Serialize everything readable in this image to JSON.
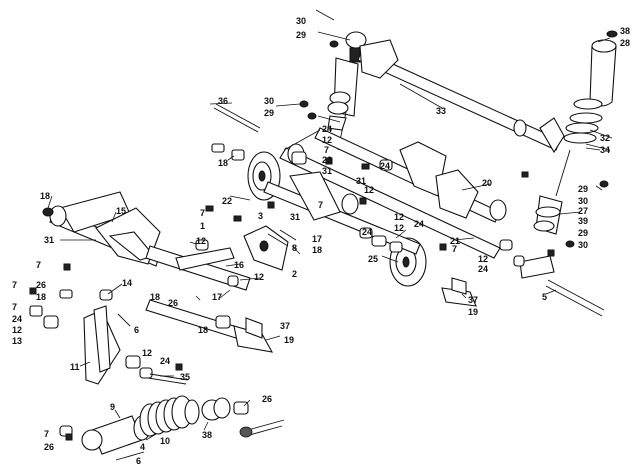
{
  "callouts": [
    {
      "n": "30"
    },
    {
      "n": "29"
    },
    {
      "n": "38"
    },
    {
      "n": "28"
    },
    {
      "n": "36"
    },
    {
      "n": "30"
    },
    {
      "n": "29"
    },
    {
      "n": "33"
    },
    {
      "n": "24"
    },
    {
      "n": "12"
    },
    {
      "n": "32"
    },
    {
      "n": "34"
    },
    {
      "n": "18"
    },
    {
      "n": "7"
    },
    {
      "n": "23"
    },
    {
      "n": "31"
    },
    {
      "n": "24"
    },
    {
      "n": "12"
    },
    {
      "n": "20"
    },
    {
      "n": "29"
    },
    {
      "n": "30"
    },
    {
      "n": "22"
    },
    {
      "n": "27"
    },
    {
      "n": "39"
    },
    {
      "n": "18"
    },
    {
      "n": "15"
    },
    {
      "n": "31"
    },
    {
      "n": "12"
    },
    {
      "n": "29"
    },
    {
      "n": "30"
    },
    {
      "n": "7"
    },
    {
      "n": "1"
    },
    {
      "n": "3"
    },
    {
      "n": "7"
    },
    {
      "n": "31"
    },
    {
      "n": "12"
    },
    {
      "n": "24"
    },
    {
      "n": "21"
    },
    {
      "n": "31"
    },
    {
      "n": "12"
    },
    {
      "n": "8"
    },
    {
      "n": "17"
    },
    {
      "n": "18"
    },
    {
      "n": "24"
    },
    {
      "n": "7"
    },
    {
      "n": "12"
    },
    {
      "n": "16"
    },
    {
      "n": "25"
    },
    {
      "n": "24"
    },
    {
      "n": "2"
    },
    {
      "n": "12"
    },
    {
      "n": "7"
    },
    {
      "n": "26"
    },
    {
      "n": "14"
    },
    {
      "n": "7"
    },
    {
      "n": "18"
    },
    {
      "n": "18"
    },
    {
      "n": "26"
    },
    {
      "n": "17"
    },
    {
      "n": "5"
    },
    {
      "n": "7"
    },
    {
      "n": "24"
    },
    {
      "n": "12"
    },
    {
      "n": "6"
    },
    {
      "n": "13"
    },
    {
      "n": "18"
    },
    {
      "n": "37"
    },
    {
      "n": "19"
    },
    {
      "n": "37"
    },
    {
      "n": "19"
    },
    {
      "n": "12"
    },
    {
      "n": "11"
    },
    {
      "n": "24"
    },
    {
      "n": "35"
    },
    {
      "n": "9"
    },
    {
      "n": "26"
    },
    {
      "n": "7"
    },
    {
      "n": "26"
    },
    {
      "n": "4"
    },
    {
      "n": "10"
    },
    {
      "n": "38"
    },
    {
      "n": "6"
    }
  ]
}
